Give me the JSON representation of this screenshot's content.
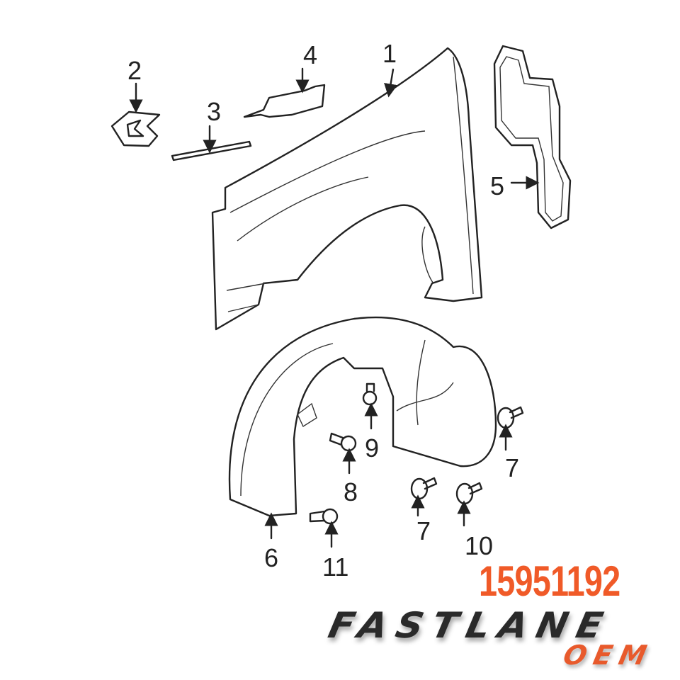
{
  "diagram": {
    "callouts": [
      "1",
      "2",
      "3",
      "4",
      "5",
      "6",
      "7",
      "7",
      "8",
      "9",
      "10",
      "11"
    ]
  },
  "branding": {
    "part_number": "15951192",
    "brand_name": "FASTLANE",
    "brand_sub": "OEM",
    "accent_color": "#f05a28",
    "brand_color": "#2a2a2a"
  }
}
